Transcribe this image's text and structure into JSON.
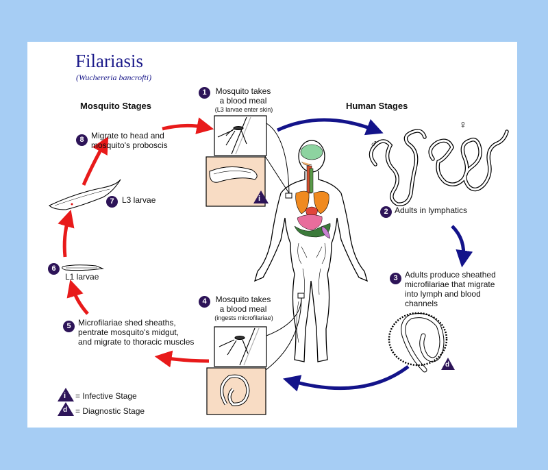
{
  "title": "Filariasis",
  "subtitle": "(Wuchereria bancrofti)",
  "sections": {
    "mosquito": "Mosquito Stages",
    "human": "Human Stages"
  },
  "steps": [
    {
      "n": "1",
      "lines": [
        "Mosquito takes",
        "a blood meal"
      ],
      "note": "(L3 larvae enter skin)"
    },
    {
      "n": "2",
      "lines": [
        "Adults in lymphatics"
      ]
    },
    {
      "n": "3",
      "lines": [
        "Adults produce sheathed",
        "microfilariae that migrate",
        "into lymph and blood",
        "channels"
      ]
    },
    {
      "n": "4",
      "lines": [
        "Mosquito takes",
        "a blood meal"
      ],
      "note": "(ingests microfilariae)"
    },
    {
      "n": "5",
      "lines": [
        "Microfilariae shed sheaths,",
        "pentrate mosquito's midgut,",
        "and migrate to thoracic muscles"
      ]
    },
    {
      "n": "6",
      "lines": [
        "L1 larvae"
      ]
    },
    {
      "n": "7",
      "lines": [
        "L3 larvae"
      ]
    },
    {
      "n": "8",
      "lines": [
        "Migrate to head and",
        "mosquito's proboscis"
      ]
    }
  ],
  "badges": {
    "infective": "i",
    "diagnostic": "d"
  },
  "sex_symbols": {
    "male": "♂",
    "female": "♀"
  },
  "legend": [
    {
      "badge": "i",
      "label": "= Infective Stage"
    },
    {
      "badge": "d",
      "label": "= Diagnostic Stage"
    }
  ],
  "colors": {
    "red_arrow": "#e81a1a",
    "blue_arrow": "#13138a",
    "badge": "#2d1458",
    "title": "#1b1a8a",
    "inset_bg": "#f8dcc4"
  }
}
